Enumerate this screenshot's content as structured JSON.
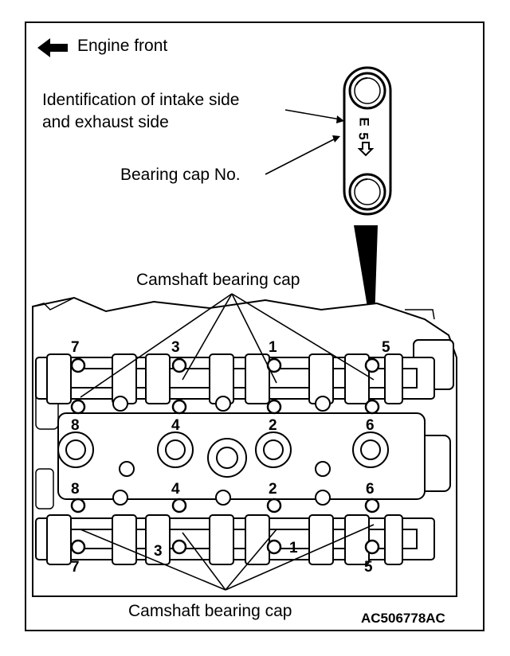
{
  "legend": {
    "arrow_icon": "left-arrow-icon",
    "text": "Engine front"
  },
  "callouts": {
    "identification_line1": "Identification of intake side",
    "identification_line2": "and exhaust side",
    "bearing_cap_no": "Bearing cap No.",
    "camshaft_bearing_cap_top": "Camshaft bearing cap",
    "camshaft_bearing_cap_bottom": "Camshaft bearing cap"
  },
  "cap_detail": {
    "side_mark": "E",
    "number_mark": "5",
    "arrow_icon": "down-arrow-icon"
  },
  "cap_numbers": {
    "top_row": [
      "7",
      "3",
      "1",
      "5"
    ],
    "upper_middle_row": [
      "8",
      "4",
      "2",
      "6"
    ],
    "lower_middle_row": [
      "8",
      "4",
      "2",
      "6"
    ],
    "bottom_row": [
      "7",
      "3",
      "1",
      "5"
    ]
  },
  "figure_code": "AC506778AC",
  "colors": {
    "line": "#000000",
    "background": "#ffffff",
    "shade": "#d8d8d8"
  }
}
